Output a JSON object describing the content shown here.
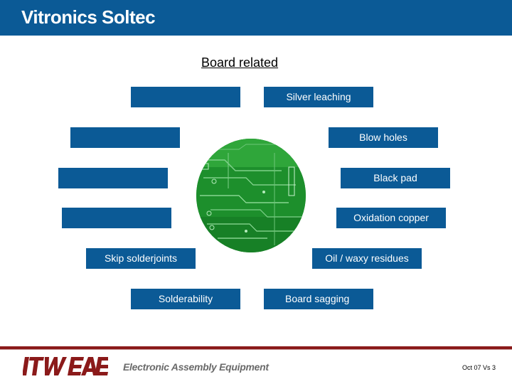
{
  "header": {
    "brand": "Vitronics Soltec",
    "color": "#0b5a96"
  },
  "slide": {
    "title": "Board related"
  },
  "boxes": {
    "left": [
      "",
      "",
      "",
      "",
      "Skip solderjoints",
      "Solderability"
    ],
    "right": [
      "Silver leaching",
      "Blow holes",
      "Black pad",
      "Oxidation copper",
      "Oil / waxy residues",
      "Board sagging"
    ]
  },
  "center_image": {
    "icon": "pcb-board-image"
  },
  "footer": {
    "itw_logo": "ITW EAE",
    "tagline": "Electronic Assembly Equipment",
    "version": "Oct 07 Vs 3",
    "accent_color": "#8b1a1a"
  }
}
